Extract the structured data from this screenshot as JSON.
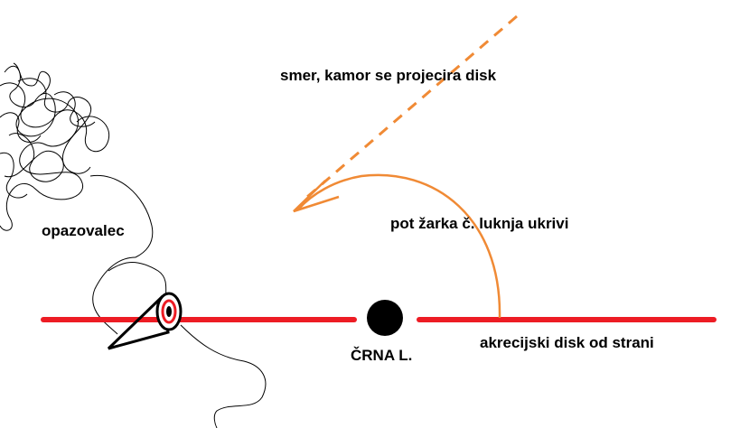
{
  "labels": {
    "projection_direction": "smer, kamor se projecira disk",
    "observer": "opazovalec",
    "ray_path": "pot žarka č. luknja ukrivi",
    "black_hole": "ČRNA L.",
    "disk": "akrecijski disk od strani"
  },
  "colors": {
    "disk": "#ed1c24",
    "ray": "#f08a35",
    "black_hole": "#000000"
  }
}
